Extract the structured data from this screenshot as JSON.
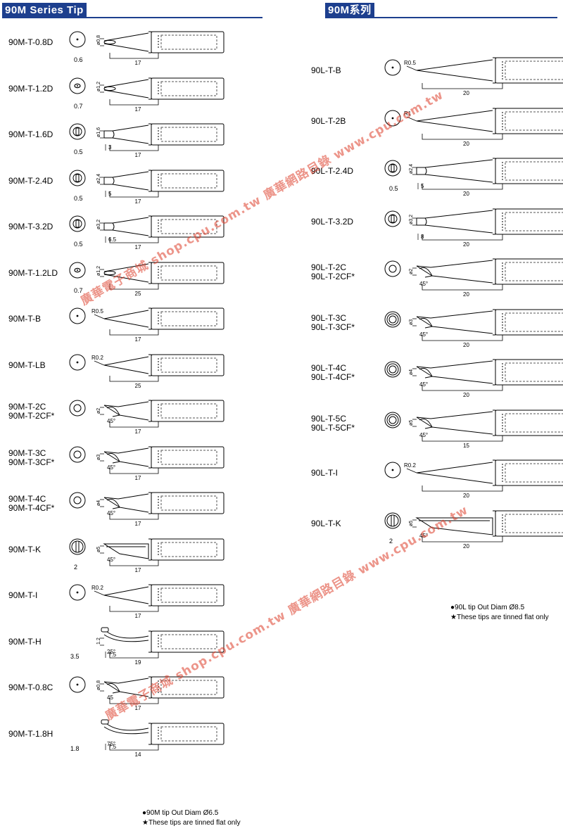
{
  "left": {
    "title": "90M Series Tip",
    "items": [
      {
        "model": "90M-T-0.8D",
        "face": "dot",
        "size": "0.6",
        "dia": "ø0.8",
        "len": "17",
        "shape": "cone"
      },
      {
        "model": "90M-T-1.2D",
        "face": "oval",
        "size": "0.7",
        "dia": "ø1.2",
        "len": "17",
        "shape": "cone"
      },
      {
        "model": "90M-T-1.6D",
        "face": "bar",
        "size": "0.5",
        "dia": "ø1.6",
        "len": "17",
        "sub": "3",
        "shape": "chisel"
      },
      {
        "model": "90M-T-2.4D",
        "face": "bar",
        "size": "0.5",
        "dia": "ø2.4",
        "len": "17",
        "sub": "5",
        "shape": "chisel"
      },
      {
        "model": "90M-T-3.2D",
        "face": "bar",
        "size": "0.5",
        "dia": "ø3.2",
        "len": "17",
        "sub": "6.5",
        "shape": "chisel"
      },
      {
        "model": "90M-T-1.2LD",
        "face": "oval",
        "size": "0.7",
        "dia": "ø1.2",
        "len": "25",
        "shape": "long"
      },
      {
        "model": "90M-T-B",
        "face": "dot",
        "size": "",
        "dia": "",
        "len": "17",
        "radius": "R0.5",
        "shape": "conical"
      },
      {
        "model": "90M-T-LB",
        "face": "dot",
        "size": "",
        "dia": "",
        "len": "25",
        "radius": "R0.2",
        "shape": "longconical"
      },
      {
        "model": "90M-T-2C",
        "model2": "90M-T-2CF*",
        "face": "ring",
        "size": "",
        "dia": "ø2",
        "len": "17",
        "angle": "45°",
        "shape": "bevel"
      },
      {
        "model": "90M-T-3C",
        "model2": "90M-T-3CF*",
        "face": "ring",
        "size": "",
        "dia": "ø3",
        "len": "17",
        "angle": "45°",
        "shape": "bevel"
      },
      {
        "model": "90M-T-4C",
        "model2": "90M-T-4CF*",
        "face": "ring",
        "size": "",
        "dia": "ø4",
        "len": "17",
        "angle": "45°",
        "shape": "bevel"
      },
      {
        "model": "90M-T-K",
        "face": "knife",
        "size": "2",
        "dia": "ø5",
        "len": "17",
        "angle": "45°",
        "shape": "knife"
      },
      {
        "model": "90M-T-I",
        "face": "dot",
        "size": "",
        "dia": "",
        "len": "17",
        "radius": "R0.2",
        "shape": "conical"
      },
      {
        "model": "90M-T-H",
        "face": "none",
        "size": "3.5",
        "dia": "1.2",
        "len": "19",
        "sub": "7.5",
        "angle": "25°",
        "shape": "bent"
      },
      {
        "model": "90M-T-0.8C",
        "face": "dot",
        "size": "",
        "dia": "ø0.8",
        "len": "17",
        "angle": "45",
        "shape": "bevel"
      },
      {
        "model": "90M-T-1.8H",
        "face": "none",
        "size": "1.8",
        "dia": "",
        "len": "14",
        "sub": "7.5",
        "angle": "75°",
        "shape": "bent"
      }
    ],
    "notes": [
      "●90M tip Out Diam Ø6.5",
      "★These tips are tinned flat only"
    ]
  },
  "right": {
    "title": "90M系列",
    "items": [
      {
        "model": "90L-T-B",
        "face": "dot",
        "len": "20",
        "radius": "R0.5",
        "shape": "conical"
      },
      {
        "model": "90L-T-2B",
        "face": "dot",
        "len": "20",
        "radius": "R1",
        "shape": "conical"
      },
      {
        "model": "90L-T-2.4D",
        "face": "bar",
        "size": "0.5",
        "dia": "ø2.4",
        "len": "20",
        "sub": "5",
        "shape": "chisel"
      },
      {
        "model": "90L-T-3.2D",
        "face": "bar",
        "dia": "ø3.2",
        "len": "20",
        "sub": "8",
        "shape": "chisel"
      },
      {
        "model": "90L-T-2C",
        "model2": "90L-T-2CF*",
        "face": "ring",
        "dia": "ø2",
        "len": "20",
        "angle": "45°",
        "shape": "bevel"
      },
      {
        "model": "90L-T-3C",
        "model2": "90L-T-3CF*",
        "face": "ring2",
        "dia": "ø3",
        "len": "20",
        "angle": "45°",
        "shape": "bevel"
      },
      {
        "model": "90L-T-4C",
        "model2": "90L-T-4CF*",
        "face": "ring2",
        "dia": "ø4",
        "len": "20",
        "angle": "45°",
        "shape": "bevel"
      },
      {
        "model": "90L-T-5C",
        "model2": "90L-T-5CF*",
        "face": "ring2",
        "dia": "ø5",
        "len": "15",
        "angle": "45°",
        "shape": "bevel"
      },
      {
        "model": "90L-T-I",
        "face": "dot",
        "len": "20",
        "radius": "R0.2",
        "shape": "conical"
      },
      {
        "model": "90L-T-K",
        "face": "knife",
        "size": "2",
        "dia": "ø5",
        "len": "20",
        "angle": "45°",
        "shape": "knife"
      }
    ],
    "notes": [
      "●90L tip Out Diam Ø8.5",
      "★These tips are tinned flat only"
    ]
  },
  "watermarks": [
    "廣華電子商城 shop.cpu.com.tw 廣華網路目錄 www.cpu.com.tw",
    "廣華電子商城 shop.cpu.com.tw 廣華網路目錄 www.cpu.com.tw"
  ]
}
